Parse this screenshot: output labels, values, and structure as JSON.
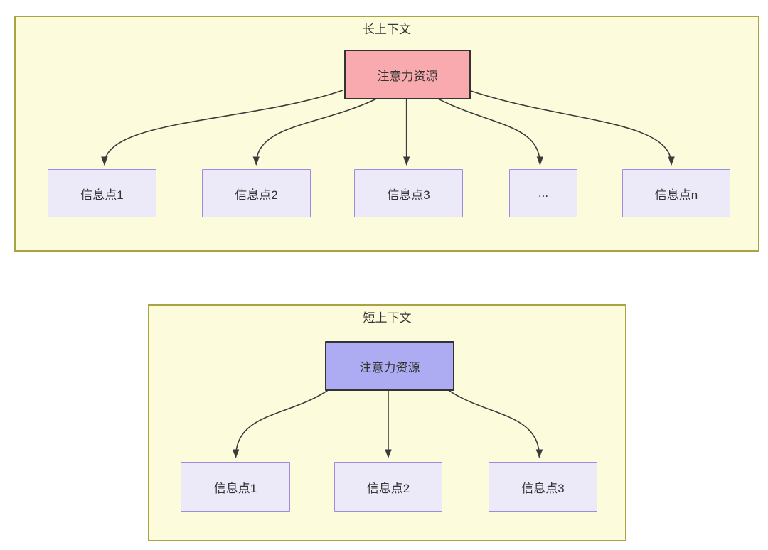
{
  "colors": {
    "page_bg": "#ffffff",
    "container_fill": "#fcfcdc",
    "container_border": "#a8a443",
    "source_long_fill": "#f9aaae",
    "source_short_fill": "#adacf2",
    "source_border": "#333333",
    "target_fill": "#eceaf8",
    "target_border": "#9c8be0",
    "arrow": "#3a3a3a",
    "text": "#333333"
  },
  "long_context": {
    "title": "长上下文",
    "source_label": "注意力资源",
    "targets": [
      {
        "label": "信息点1"
      },
      {
        "label": "信息点2"
      },
      {
        "label": "信息点3"
      },
      {
        "label": "..."
      },
      {
        "label": "信息点n"
      }
    ]
  },
  "short_context": {
    "title": "短上下文",
    "source_label": "注意力资源",
    "targets": [
      {
        "label": "信息点1"
      },
      {
        "label": "信息点2"
      },
      {
        "label": "信息点3"
      }
    ]
  }
}
